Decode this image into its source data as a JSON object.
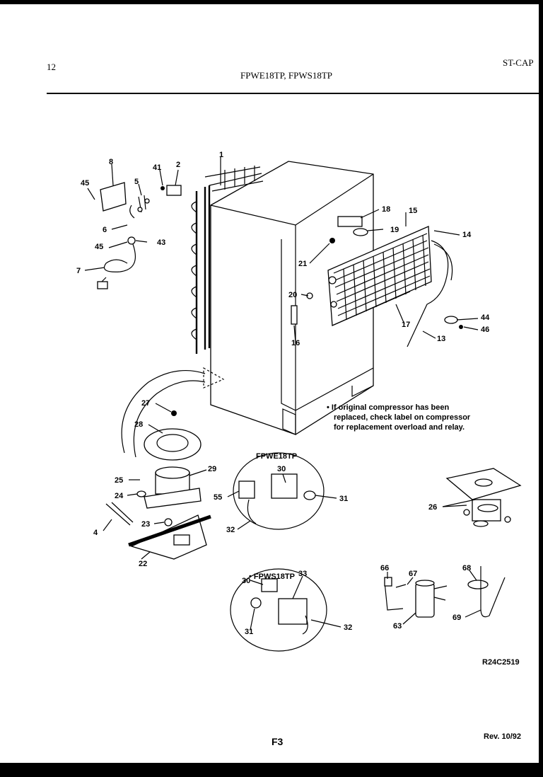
{
  "header": {
    "page_number": "12",
    "models_title": "FPWE18TP, FPWS18TP",
    "section_code": "ST-CAP"
  },
  "note": {
    "line1": "• If original compressor has been",
    "line2": "replaced, check label on compressor",
    "line3": "for replacement overload and relay."
  },
  "insets": {
    "fpwe_label": "FPWE18TP",
    "fpws_label": "• FPWS18TP"
  },
  "part_numbers": {
    "p1": "1",
    "p2": "2",
    "p4": "4",
    "p5": "5",
    "p6": "6",
    "p7": "7",
    "p8": "8",
    "p13": "13",
    "p14": "14",
    "p15": "15",
    "p16": "16",
    "p17": "17",
    "p18": "18",
    "p19": "19",
    "p20": "20",
    "p21": "21",
    "p22": "22",
    "p23": "23",
    "p24": "24",
    "p25": "25",
    "p26": "26",
    "p27": "27",
    "p28": "28",
    "p29": "29",
    "p30": "30",
    "p31": "31",
    "p32": "32",
    "p30b": "30",
    "p31b": "31",
    "p32b": "32",
    "p33": "33",
    "p41": "41",
    "p43": "43",
    "p44": "44",
    "p45a": "45",
    "p45b": "45",
    "p46": "46",
    "p55": "55",
    "p63": "63",
    "p66": "66",
    "p67": "67",
    "p68": "68",
    "p69": "69"
  },
  "footer": {
    "drawing_id": "R24C2519",
    "page_code": "F3",
    "revision": "Rev. 10/92"
  }
}
